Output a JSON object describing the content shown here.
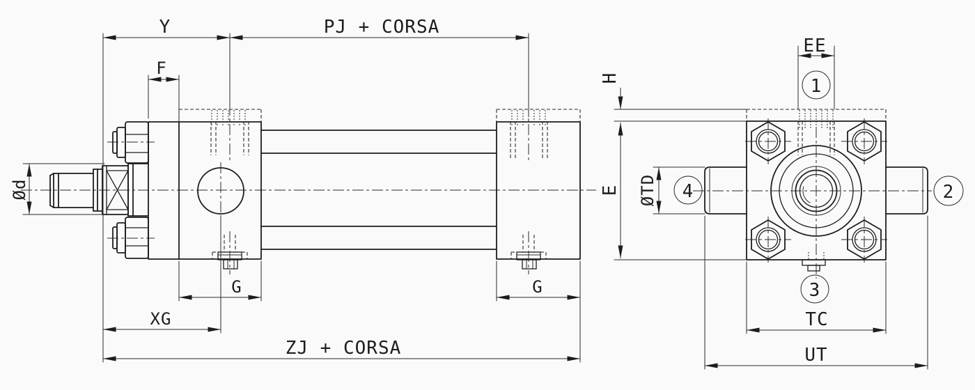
{
  "drawing": {
    "kind": "cylinder-trunnion-mount-dimension-drawing",
    "colors": {
      "background": "#fafafa",
      "line": "#1d1d1d"
    },
    "side_view": {
      "dims": {
        "y": "Y",
        "pj": "PJ + CORSA",
        "f": "F",
        "rod_d": "Ød",
        "g_front": "G",
        "g_rear": "G",
        "xg": "XG",
        "zj": "ZJ + CORSA"
      }
    },
    "end_view": {
      "dims": {
        "ee": "EE",
        "h": "H",
        "e": "E",
        "td": "ØTD",
        "tc": "TC",
        "ut": "UT"
      },
      "callouts": [
        "1",
        "2",
        "3",
        "4"
      ]
    }
  }
}
